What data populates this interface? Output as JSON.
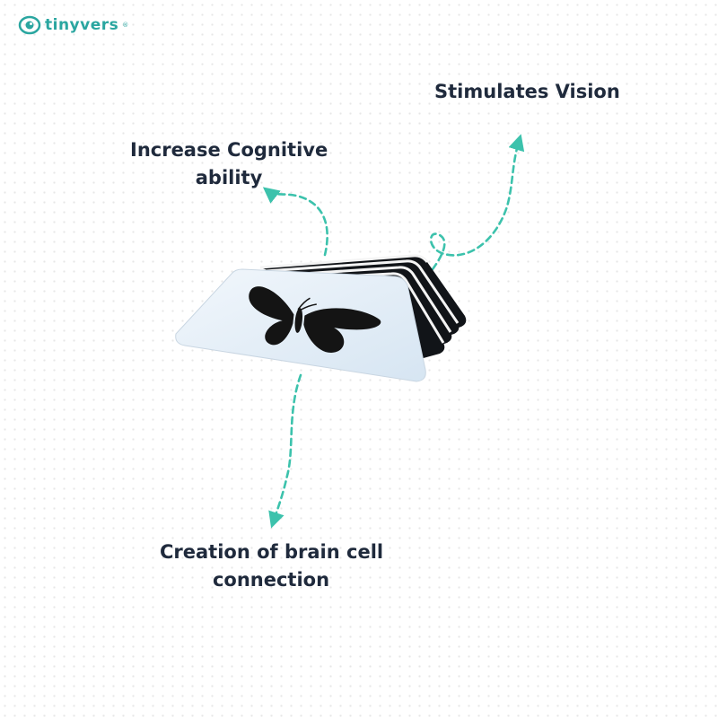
{
  "brand": {
    "logo_text": "tinyvers",
    "registered_mark": "®",
    "logo_color": "#2aa6a0"
  },
  "labels": {
    "cognitive_line1": "Increase Cognitive",
    "cognitive_line2": "ability",
    "vision": "Stimulates Vision",
    "brain_line1": "Creation of brain cell",
    "brain_line2": "connection"
  },
  "colors": {
    "arrow": "#3cc2ac",
    "text": "#1f2a3c",
    "card_face": "#e8f1f9",
    "card_dark": "#111418"
  },
  "illustration": {
    "subject": "stack of black and white flash cards",
    "front_card_icon": "butterfly-silhouette"
  }
}
